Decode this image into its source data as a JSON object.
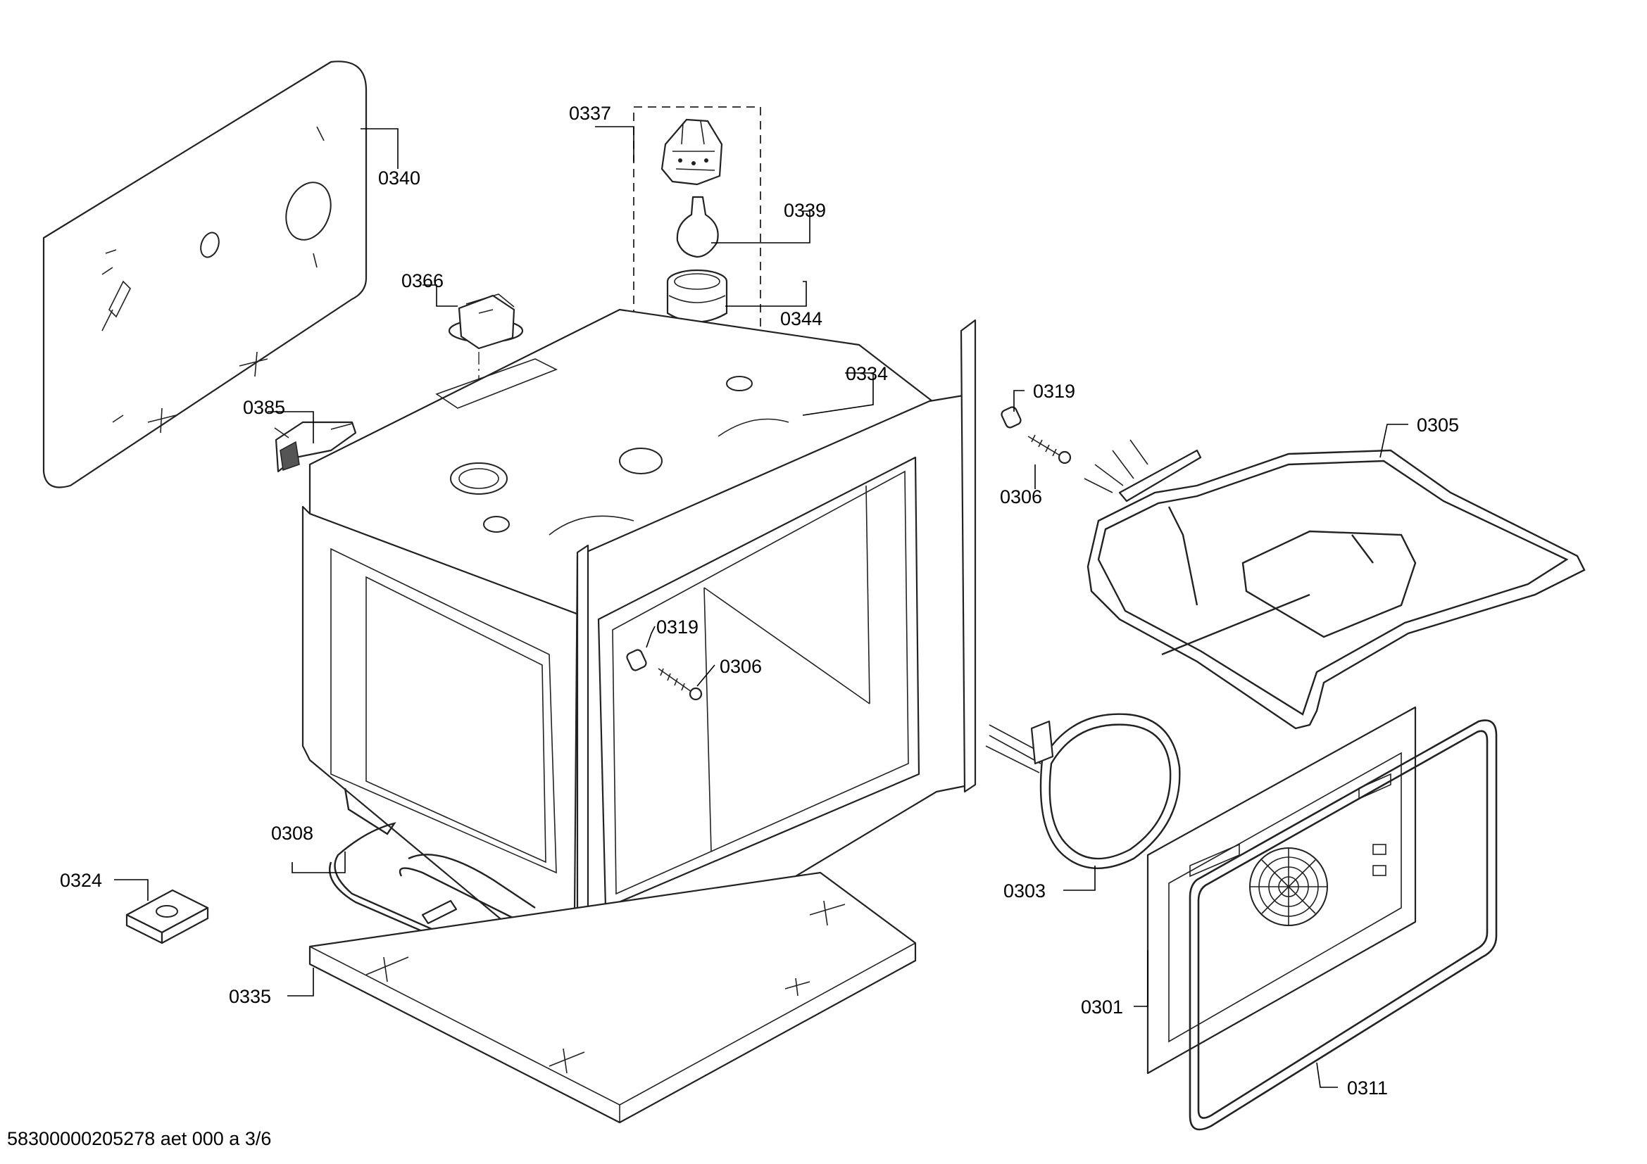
{
  "diagram": {
    "part_labels": {
      "p0301": "0301",
      "p0303": "0303",
      "p0305": "0305",
      "p0306a": "0306",
      "p0306b": "0306",
      "p0308": "0308",
      "p0311": "0311",
      "p0319a": "0319",
      "p0319b": "0319",
      "p0324": "0324",
      "p0334": "0334",
      "p0335": "0335",
      "p0337": "0337",
      "p0339": "0339",
      "p0340": "0340",
      "p0344": "0344",
      "p0366": "0366",
      "p0385": "0385"
    },
    "footer": "58300000205278 aet 000 a 3/6"
  }
}
